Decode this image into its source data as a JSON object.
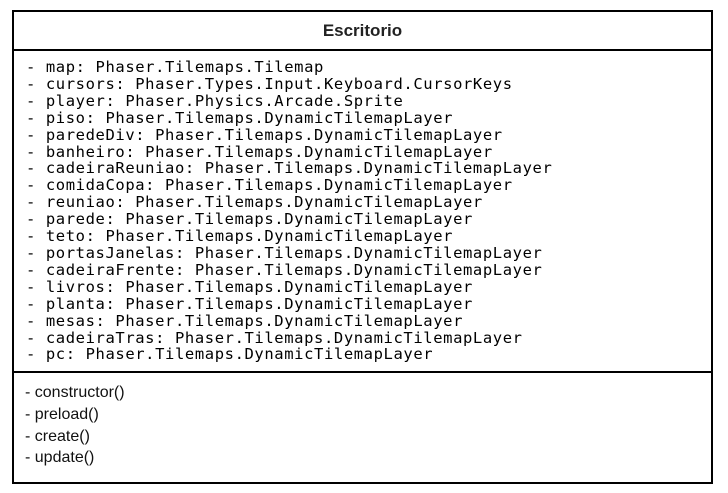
{
  "class": {
    "name": "Escritorio",
    "attributes": [
      "- map: Phaser.Tilemaps.Tilemap",
      "- cursors: Phaser.Types.Input.Keyboard.CursorKeys",
      "- player: Phaser.Physics.Arcade.Sprite",
      "- piso: Phaser.Tilemaps.DynamicTilemapLayer",
      "- paredeDiv: Phaser.Tilemaps.DynamicTilemapLayer",
      "- banheiro: Phaser.Tilemaps.DynamicTilemapLayer",
      "- cadeiraReuniao: Phaser.Tilemaps.DynamicTilemapLayer",
      "- comidaCopa: Phaser.Tilemaps.DynamicTilemapLayer",
      "- reuniao: Phaser.Tilemaps.DynamicTilemapLayer",
      "- parede: Phaser.Tilemaps.DynamicTilemapLayer",
      "- teto: Phaser.Tilemaps.DynamicTilemapLayer",
      "- portasJanelas: Phaser.Tilemaps.DynamicTilemapLayer",
      "- cadeiraFrente: Phaser.Tilemaps.DynamicTilemapLayer",
      "- livros: Phaser.Tilemaps.DynamicTilemapLayer",
      "- planta: Phaser.Tilemaps.DynamicTilemapLayer",
      "- mesas: Phaser.Tilemaps.DynamicTilemapLayer",
      "- cadeiraTras: Phaser.Tilemaps.DynamicTilemapLayer",
      "- pc: Phaser.Tilemaps.DynamicTilemapLayer"
    ],
    "methods": [
      "- constructor()",
      "- preload()",
      "- create()",
      "- update()"
    ]
  }
}
